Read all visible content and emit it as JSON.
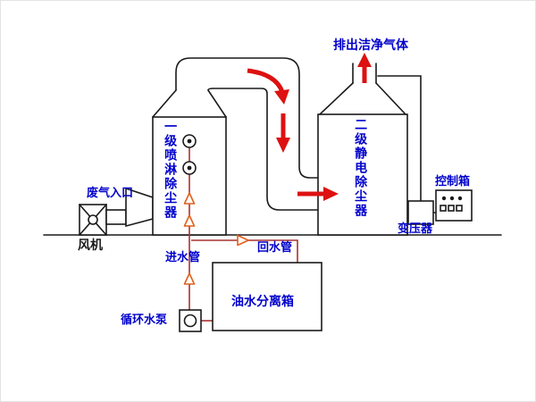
{
  "diagram": {
    "title_hint": "two-stage waste gas scrubbing and electrostatic dust removal system",
    "labels": {
      "clean_gas": "排出洁净气体",
      "tower1": "一级喷淋除尘器",
      "tower2": "二级静电除尘器",
      "control_box": "控制箱",
      "transformer": "变压器",
      "gas_inlet": "废气入口",
      "fan": "风机",
      "inlet_pipe": "进水管",
      "return_pipe": "回水管",
      "separator": "油水分离箱",
      "pump": "循环水泵"
    },
    "colors": {
      "label_blue": "#0000cc",
      "arrow_red": "#dd1111",
      "pipe_red": "#a83232",
      "arrow_orange": "#e06020",
      "line_black": "#1a1a1a"
    }
  }
}
